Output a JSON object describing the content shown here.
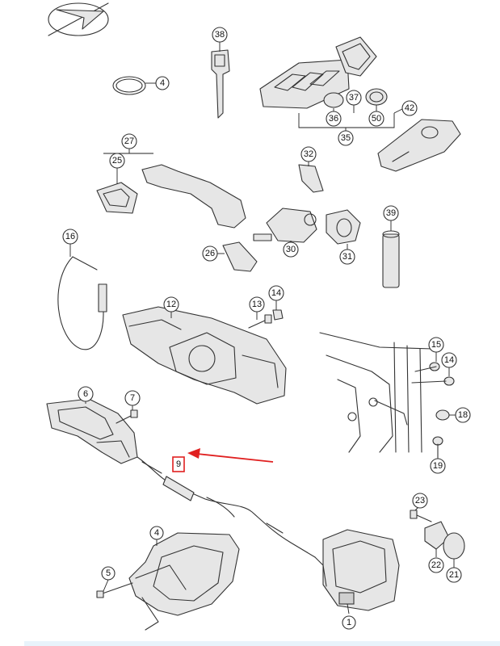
{
  "diagram": {
    "callouts": [
      {
        "id": "c38",
        "label": "38"
      },
      {
        "id": "c4",
        "label": "4"
      },
      {
        "id": "c37",
        "label": "37"
      },
      {
        "id": "c36",
        "label": "36"
      },
      {
        "id": "c50",
        "label": "50"
      },
      {
        "id": "c35",
        "label": "35"
      },
      {
        "id": "c42",
        "label": "42"
      },
      {
        "id": "c27",
        "label": "27"
      },
      {
        "id": "c25",
        "label": "25"
      },
      {
        "id": "c32",
        "label": "32"
      },
      {
        "id": "c39",
        "label": "39"
      },
      {
        "id": "c30",
        "label": "30"
      },
      {
        "id": "c31",
        "label": "31"
      },
      {
        "id": "c26",
        "label": "26"
      },
      {
        "id": "c16",
        "label": "16"
      },
      {
        "id": "c12",
        "label": "12"
      },
      {
        "id": "c13",
        "label": "13"
      },
      {
        "id": "c14a",
        "label": "14"
      },
      {
        "id": "c15",
        "label": "15"
      },
      {
        "id": "c14b",
        "label": "14"
      },
      {
        "id": "c18",
        "label": "18"
      },
      {
        "id": "c19",
        "label": "19"
      },
      {
        "id": "c6",
        "label": "6"
      },
      {
        "id": "c7",
        "label": "7"
      },
      {
        "id": "c9",
        "label": "9"
      },
      {
        "id": "c23",
        "label": "23"
      },
      {
        "id": "c4b",
        "label": "4"
      },
      {
        "id": "c5",
        "label": "5"
      },
      {
        "id": "c22",
        "label": "22"
      },
      {
        "id": "c21",
        "label": "21"
      },
      {
        "id": "c1",
        "label": "1"
      }
    ],
    "highlight_label": "9",
    "colors": {
      "highlight": "#e02020",
      "line": "#333333",
      "fill": "#e6e6e6"
    }
  }
}
